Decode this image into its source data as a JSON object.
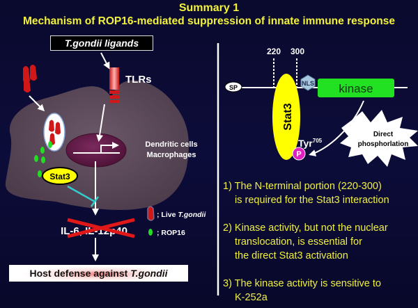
{
  "slide": {
    "title": "Summary 1",
    "subtitle": "Mechanism of ROP16-mediated suppression of innate immune response"
  },
  "left_panel": {
    "ligands_label": "T.gondii ligands",
    "receptor_label": "TLRs",
    "cell_type_line1": "Dendritic cells",
    "cell_type_line2": "Macrophages",
    "stat3_label": "Stat3",
    "cytokines_label": "IL-6, IL-12p40",
    "outcome_prefix": "Host defense against ",
    "outcome_organism": "T.gondii",
    "legend": [
      {
        "symbol": "red-parasite",
        "prefix": "; Live ",
        "label": "T.gondii"
      },
      {
        "symbol": "green-dot",
        "prefix": "; ",
        "label": "ROP16"
      }
    ]
  },
  "right_panel": {
    "domain_map": {
      "position_220": "220",
      "position_300": "300",
      "sp_label": "SP",
      "nls_label": "NLS",
      "kinase_label": "kinase",
      "stat3_label": "Stat3",
      "tyr_label": "Tyr",
      "tyr_superscript": "705",
      "phospho_label": "P",
      "burst_line1": "Direct",
      "burst_line2": "phosphorlation"
    },
    "findings": [
      {
        "line1": "1) The N-terminal portion (220-300)",
        "line2": "is required for the Stat3 interaction"
      },
      {
        "line1": "2) Kinase activity, but not the nuclear",
        "line2": "translocation, is essential for",
        "line3": "the direct Stat3 activation"
      },
      {
        "line1": "3) The kinase activity is sensitive to",
        "line2": "K-252a"
      }
    ]
  },
  "colors": {
    "title_yellow": "#f2f23a",
    "stat3_yellow": "#ffff00",
    "kinase_green": "#22e022",
    "parasite_red": "#d01818",
    "rop16_green": "#22dd22",
    "inhibition_cyan": "#33cccc",
    "phospho_magenta": "#e020c0",
    "cell_purple": "#5a4858",
    "nucleus_purple": "#6a1f4f"
  }
}
